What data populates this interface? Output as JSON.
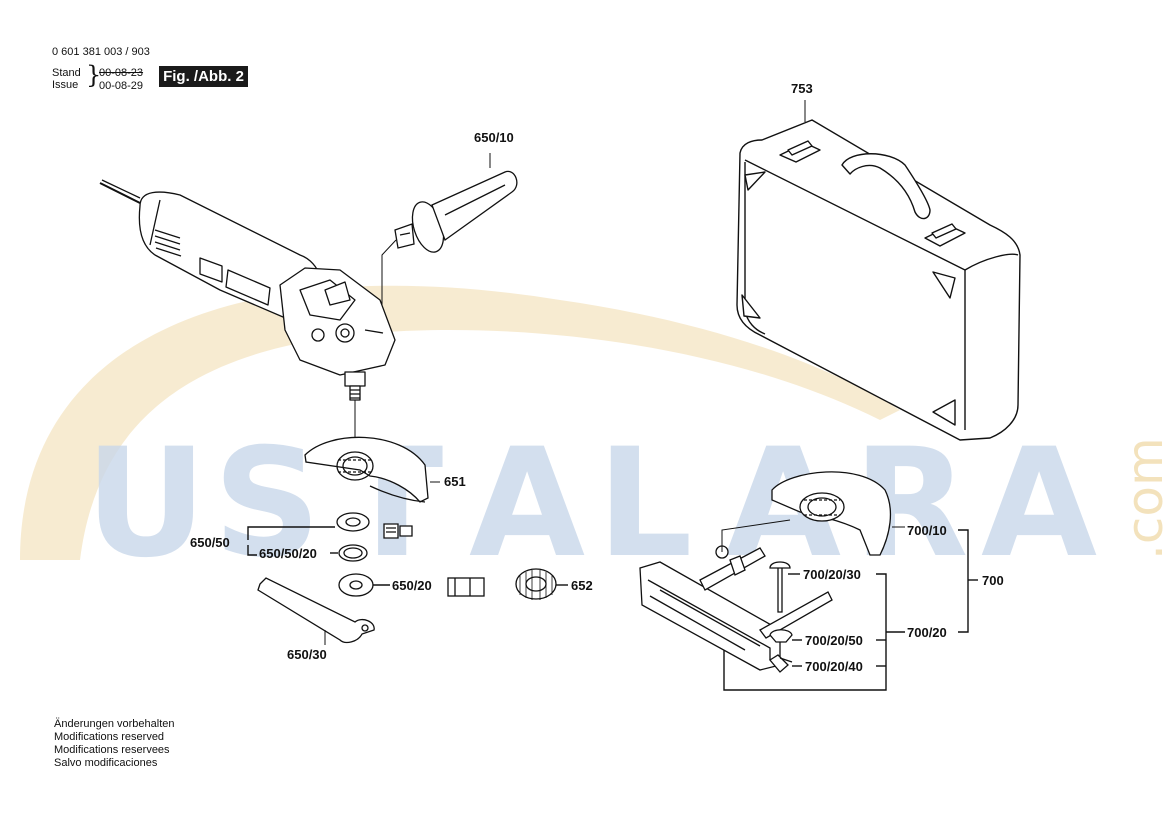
{
  "header": {
    "doc_number": "0 601 381 003 / 903",
    "stand_label": "Stand",
    "issue_label": "Issue",
    "stand_date": "00-08-23",
    "issue_date": "00-08-29",
    "figure_label": "Fig. /Abb. 2"
  },
  "watermark": {
    "text": "USTALARA",
    "suffix": ".com",
    "colors": {
      "letters": "#c9d8ea",
      "swoosh": "#f3e2bc"
    }
  },
  "parts": {
    "p650_10": "650/10",
    "p651": "651",
    "p650_50": "650/50",
    "p650_50_20": "650/50/20",
    "p650_20": "650/20",
    "p652": "652",
    "p650_30": "650/30",
    "p753": "753",
    "p700_10": "700/10",
    "p700": "700",
    "p700_20_30": "700/20/30",
    "p700_20": "700/20",
    "p700_20_50": "700/20/50",
    "p700_20_40": "700/20/40"
  },
  "footer": {
    "lines": [
      "Änderungen vorbehalten",
      "Modifications reserved",
      "Modifications reservees",
      "Salvo modificaciones"
    ]
  }
}
